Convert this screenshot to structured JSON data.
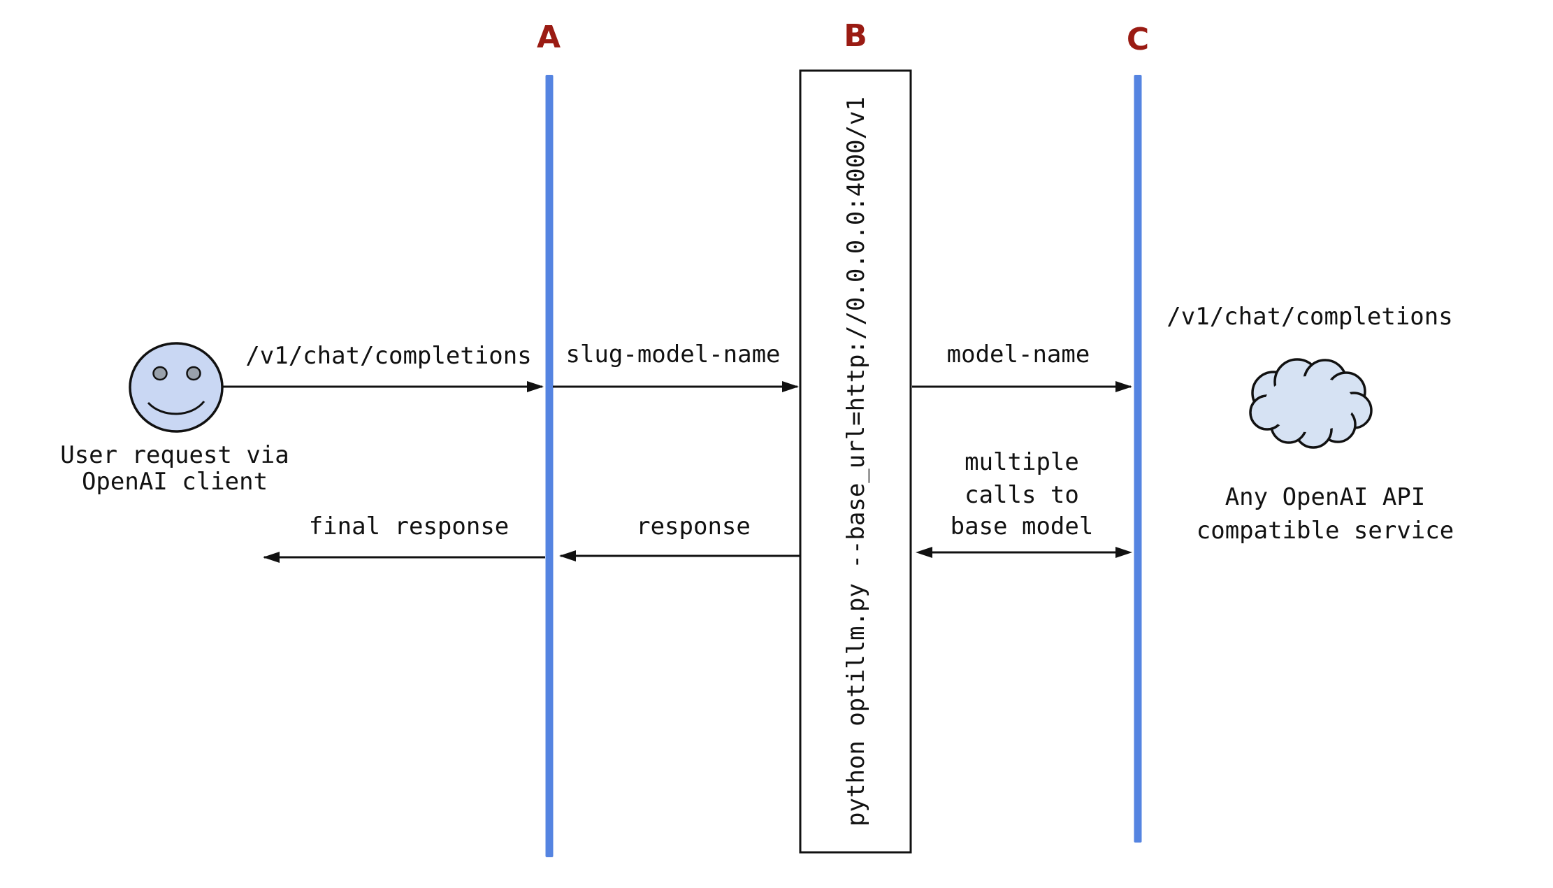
{
  "diagram": {
    "lifelines": {
      "a": {
        "label": "A"
      },
      "b": {
        "label": "B"
      },
      "c": {
        "label": "C"
      }
    },
    "proxy_box": {
      "command": "python optillm.py --base_url=http://0.0.0.0:4000/v1"
    },
    "actors": {
      "user": {
        "caption_line1": "User request via",
        "caption_line2": "OpenAI client"
      },
      "service": {
        "endpoint": "/v1/chat/completions",
        "caption_line1": "Any OpenAI API",
        "caption_line2": "compatible service"
      }
    },
    "messages": {
      "request": "/v1/chat/completions",
      "slug": "slug-model-name",
      "model": "model-name",
      "response": "response",
      "final_response": "final response",
      "multiple_calls": [
        "multiple",
        "calls to",
        "base model"
      ]
    },
    "colors": {
      "lifeline-blue": "#5584E1",
      "label-red": "#9A1B13",
      "icon-blue": "#C9D7F3",
      "cloud-blue": "#D6E2F3",
      "eye-gray": "#99A1AB",
      "ink": "#111111"
    }
  }
}
